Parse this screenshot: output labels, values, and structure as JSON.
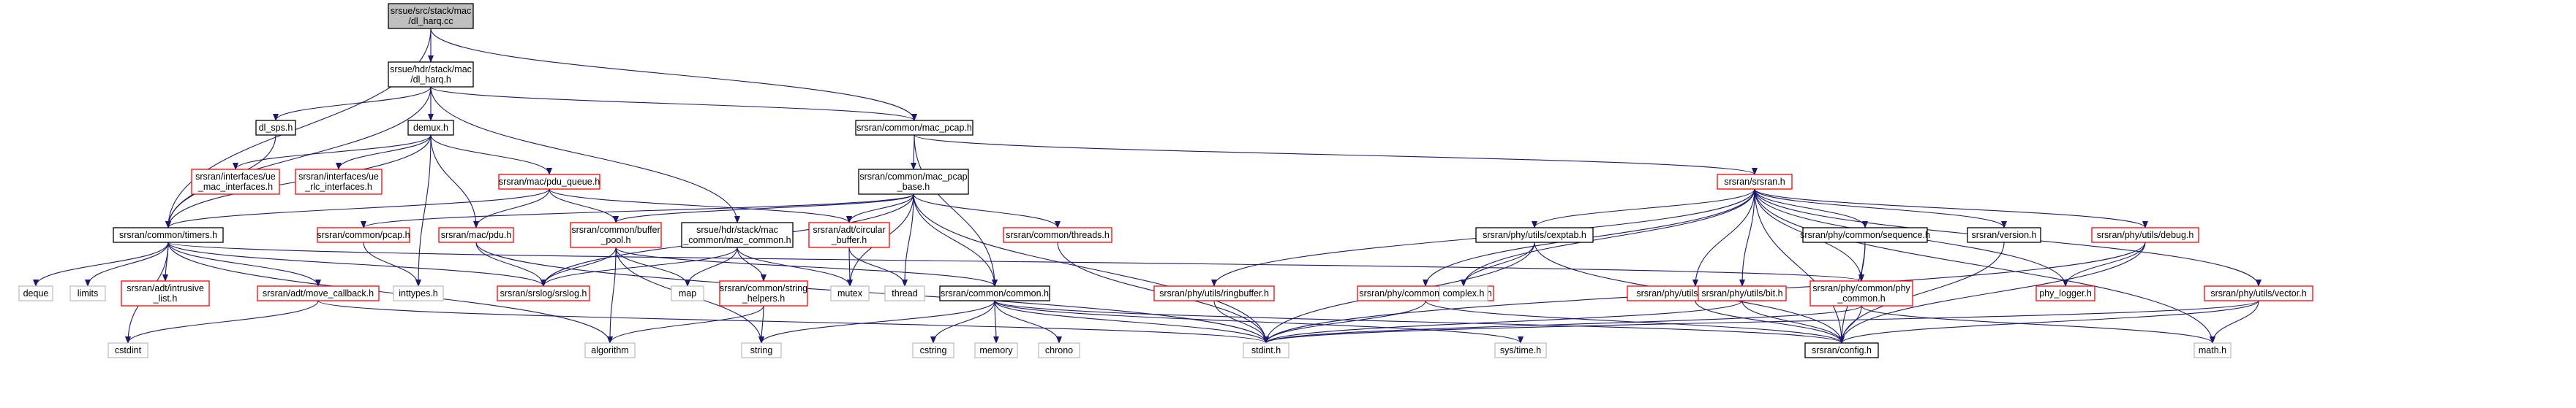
{
  "colors": {
    "root_fill": "#bfbfbf",
    "normal_border": "#000000",
    "missing_border": "#ff0000",
    "edge": "#191970",
    "background": "#ffffff"
  },
  "nodes": [
    {
      "id": "dl_harq_cc",
      "lines": [
        "srsue/src/stack/mac",
        "/dl_harq.cc"
      ],
      "style": "root"
    },
    {
      "id": "dl_harq_h",
      "lines": [
        "srsue/hdr/stack/mac",
        "/dl_harq.h"
      ],
      "style": "normal"
    },
    {
      "id": "dl_sps",
      "lines": [
        "dl_sps.h"
      ],
      "style": "normal"
    },
    {
      "id": "demux",
      "lines": [
        "demux.h"
      ],
      "style": "normal"
    },
    {
      "id": "mac_pcap",
      "lines": [
        "srsran/common/mac_pcap.h"
      ],
      "style": "normal"
    },
    {
      "id": "ue_mac_if",
      "lines": [
        "srsran/interfaces/ue",
        "_mac_interfaces.h"
      ],
      "style": "missing"
    },
    {
      "id": "ue_rlc_if",
      "lines": [
        "srsran/interfaces/ue",
        "_rlc_interfaces.h"
      ],
      "style": "missing"
    },
    {
      "id": "pdu_queue",
      "lines": [
        "srsran/mac/pdu_queue.h"
      ],
      "style": "missing"
    },
    {
      "id": "mac_pcap_base",
      "lines": [
        "srsran/common/mac_pcap",
        "_base.h"
      ],
      "style": "normal"
    },
    {
      "id": "srsran_h",
      "lines": [
        "srsran/srsran.h"
      ],
      "style": "missing"
    },
    {
      "id": "timers",
      "lines": [
        "srsran/common/timers.h"
      ],
      "style": "normal"
    },
    {
      "id": "pcap",
      "lines": [
        "srsran/common/pcap.h"
      ],
      "style": "missing"
    },
    {
      "id": "mac_pdu",
      "lines": [
        "srsran/mac/pdu.h"
      ],
      "style": "missing"
    },
    {
      "id": "buffer_pool",
      "lines": [
        "srsran/common/buffer",
        "_pool.h"
      ],
      "style": "missing"
    },
    {
      "id": "mac_common",
      "lines": [
        "srsue/hdr/stack/mac",
        "_common/mac_common.h"
      ],
      "style": "normal"
    },
    {
      "id": "circular_buffer",
      "lines": [
        "srsran/adt/circular",
        "_buffer.h"
      ],
      "style": "missing"
    },
    {
      "id": "threads",
      "lines": [
        "srsran/common/threads.h"
      ],
      "style": "missing"
    },
    {
      "id": "cexptab",
      "lines": [
        "srsran/phy/utils/cexptab.h"
      ],
      "style": "normal"
    },
    {
      "id": "sequence",
      "lines": [
        "srsran/phy/common/sequence.h"
      ],
      "style": "normal"
    },
    {
      "id": "version",
      "lines": [
        "srsran/version.h"
      ],
      "style": "normal"
    },
    {
      "id": "debug",
      "lines": [
        "srsran/phy/utils/debug.h"
      ],
      "style": "missing"
    },
    {
      "id": "deque",
      "lines": [
        "deque"
      ],
      "style": "gray"
    },
    {
      "id": "limits",
      "lines": [
        "limits"
      ],
      "style": "gray"
    },
    {
      "id": "intrusive_list",
      "lines": [
        "srsran/adt/intrusive",
        "_list.h"
      ],
      "style": "missing"
    },
    {
      "id": "move_callback",
      "lines": [
        "srsran/adt/move_callback.h"
      ],
      "style": "missing"
    },
    {
      "id": "inttypes",
      "lines": [
        "inttypes.h"
      ],
      "style": "gray"
    },
    {
      "id": "srslog",
      "lines": [
        "srsran/srslog/srslog.h"
      ],
      "style": "missing"
    },
    {
      "id": "map",
      "lines": [
        "map"
      ],
      "style": "gray"
    },
    {
      "id": "string_helpers",
      "lines": [
        "srsran/common/string",
        "_helpers.h"
      ],
      "style": "missing"
    },
    {
      "id": "mutex",
      "lines": [
        "mutex"
      ],
      "style": "gray"
    },
    {
      "id": "thread",
      "lines": [
        "thread"
      ],
      "style": "gray"
    },
    {
      "id": "common_h",
      "lines": [
        "srsran/common/common.h"
      ],
      "style": "normal"
    },
    {
      "id": "ringbuffer",
      "lines": [
        "srsran/phy/utils/ringbuffer.h"
      ],
      "style": "missing"
    },
    {
      "id": "timestamp",
      "lines": [
        "srsran/phy/common/timestamp.h"
      ],
      "style": "missing"
    },
    {
      "id": "complex",
      "lines": [
        "complex.h"
      ],
      "style": "gray"
    },
    {
      "id": "convolution",
      "lines": [
        "srsran/phy/utils/convolution.h"
      ],
      "style": "missing"
    },
    {
      "id": "bit",
      "lines": [
        "srsran/phy/utils/bit.h"
      ],
      "style": "missing"
    },
    {
      "id": "phy_common",
      "lines": [
        "srsran/phy/common/phy",
        "_common.h"
      ],
      "style": "missing"
    },
    {
      "id": "phy_logger",
      "lines": [
        "phy_logger.h"
      ],
      "style": "missing"
    },
    {
      "id": "vector",
      "lines": [
        "srsran/phy/utils/vector.h"
      ],
      "style": "missing"
    },
    {
      "id": "cstdint",
      "lines": [
        "cstdint"
      ],
      "style": "gray"
    },
    {
      "id": "algorithm",
      "lines": [
        "algorithm"
      ],
      "style": "gray"
    },
    {
      "id": "string",
      "lines": [
        "string"
      ],
      "style": "gray"
    },
    {
      "id": "cstring",
      "lines": [
        "cstring"
      ],
      "style": "gray"
    },
    {
      "id": "memory",
      "lines": [
        "memory"
      ],
      "style": "gray"
    },
    {
      "id": "chrono",
      "lines": [
        "chrono"
      ],
      "style": "gray"
    },
    {
      "id": "stdint",
      "lines": [
        "stdint.h"
      ],
      "style": "gray"
    },
    {
      "id": "systime",
      "lines": [
        "sys/time.h"
      ],
      "style": "gray"
    },
    {
      "id": "config",
      "lines": [
        "srsran/config.h"
      ],
      "style": "normal"
    },
    {
      "id": "math",
      "lines": [
        "math.h"
      ],
      "style": "gray"
    }
  ],
  "edges": [
    [
      "dl_harq_cc",
      "dl_harq_h"
    ],
    [
      "dl_harq_cc",
      "mac_pcap"
    ],
    [
      "dl_harq_cc",
      "timers"
    ],
    [
      "dl_harq_h",
      "dl_sps"
    ],
    [
      "dl_harq_h",
      "demux"
    ],
    [
      "dl_harq_h",
      "mac_pcap"
    ],
    [
      "dl_harq_h",
      "mac_common"
    ],
    [
      "dl_harq_h",
      "timers"
    ],
    [
      "dl_sps",
      "timers"
    ],
    [
      "demux",
      "ue_mac_if"
    ],
    [
      "demux",
      "ue_rlc_if"
    ],
    [
      "demux",
      "pdu_queue"
    ],
    [
      "demux",
      "mac_pdu"
    ],
    [
      "demux",
      "timers"
    ],
    [
      "demux",
      "inttypes"
    ],
    [
      "mac_pcap",
      "mac_pcap_base"
    ],
    [
      "mac_pcap",
      "srsran_h"
    ],
    [
      "mac_pcap",
      "common_h"
    ],
    [
      "pdu_queue",
      "timers"
    ],
    [
      "pdu_queue",
      "mac_pdu"
    ],
    [
      "pdu_queue",
      "buffer_pool"
    ],
    [
      "pdu_queue",
      "circular_buffer"
    ],
    [
      "mac_pcap_base",
      "pcap"
    ],
    [
      "mac_pcap_base",
      "buffer_pool"
    ],
    [
      "mac_pcap_base",
      "circular_buffer"
    ],
    [
      "mac_pcap_base",
      "threads"
    ],
    [
      "mac_pcap_base",
      "common_h"
    ],
    [
      "mac_pcap_base",
      "srslog"
    ],
    [
      "mac_pcap_base",
      "mutex"
    ],
    [
      "mac_pcap_base",
      "thread"
    ],
    [
      "mac_pcap_base",
      "stdint"
    ],
    [
      "srsran_h",
      "cexptab"
    ],
    [
      "srsran_h",
      "sequence"
    ],
    [
      "srsran_h",
      "version"
    ],
    [
      "srsran_h",
      "debug"
    ],
    [
      "srsran_h",
      "ringbuffer"
    ],
    [
      "srsran_h",
      "timestamp"
    ],
    [
      "srsran_h",
      "complex"
    ],
    [
      "srsran_h",
      "convolution"
    ],
    [
      "srsran_h",
      "bit"
    ],
    [
      "srsran_h",
      "phy_common"
    ],
    [
      "srsran_h",
      "phy_logger"
    ],
    [
      "srsran_h",
      "vector"
    ],
    [
      "srsran_h",
      "config"
    ],
    [
      "srsran_h",
      "math"
    ],
    [
      "timers",
      "deque"
    ],
    [
      "timers",
      "limits"
    ],
    [
      "timers",
      "intrusive_list"
    ],
    [
      "timers",
      "move_callback"
    ],
    [
      "timers",
      "srslog"
    ],
    [
      "timers",
      "cstdint"
    ],
    [
      "timers",
      "algorithm"
    ],
    [
      "timers",
      "phy_common"
    ],
    [
      "pcap",
      "inttypes"
    ],
    [
      "mac_pdu",
      "srslog"
    ],
    [
      "mac_pdu",
      "stdint"
    ],
    [
      "buffer_pool",
      "srslog"
    ],
    [
      "buffer_pool",
      "map"
    ],
    [
      "buffer_pool",
      "string"
    ],
    [
      "buffer_pool",
      "algorithm"
    ],
    [
      "buffer_pool",
      "common_h"
    ],
    [
      "mac_common",
      "srslog"
    ],
    [
      "mac_common",
      "map"
    ],
    [
      "mac_common",
      "string_helpers"
    ],
    [
      "mac_common",
      "mutex"
    ],
    [
      "circular_buffer",
      "mutex"
    ],
    [
      "circular_buffer",
      "thread"
    ],
    [
      "threads",
      "stdint"
    ],
    [
      "move_callback",
      "cstdint"
    ],
    [
      "move_callback",
      "stdint"
    ],
    [
      "string_helpers",
      "algorithm"
    ],
    [
      "string_helpers",
      "string"
    ],
    [
      "common_h",
      "string"
    ],
    [
      "common_h",
      "cstring"
    ],
    [
      "common_h",
      "memory"
    ],
    [
      "common_h",
      "chrono"
    ],
    [
      "common_h",
      "stdint"
    ],
    [
      "common_h",
      "systime"
    ],
    [
      "common_h",
      "config"
    ],
    [
      "cexptab",
      "complex"
    ],
    [
      "cexptab",
      "stdint"
    ],
    [
      "cexptab",
      "config"
    ],
    [
      "sequence",
      "phy_common"
    ],
    [
      "sequence",
      "config"
    ],
    [
      "version",
      "config"
    ],
    [
      "debug",
      "phy_logger"
    ],
    [
      "debug",
      "stdint"
    ],
    [
      "debug",
      "config"
    ],
    [
      "ringbuffer",
      "stdint"
    ],
    [
      "timestamp",
      "stdint"
    ],
    [
      "timestamp",
      "config"
    ],
    [
      "convolution",
      "config"
    ],
    [
      "bit",
      "stdint"
    ],
    [
      "bit",
      "config"
    ],
    [
      "phy_common",
      "stdint"
    ],
    [
      "phy_common",
      "config"
    ],
    [
      "phy_common",
      "math"
    ],
    [
      "vector",
      "config"
    ],
    [
      "vector",
      "math"
    ],
    [
      "vector",
      "stdint"
    ]
  ]
}
